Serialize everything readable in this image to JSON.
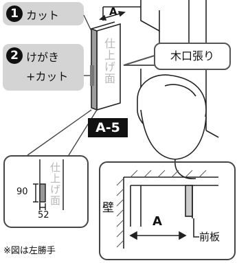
{
  "steps": [
    {
      "number": "1",
      "label": "カット"
    },
    {
      "number": "2",
      "label_line1": "けがき",
      "label_line2": "+カット"
    }
  ],
  "panel": {
    "vertical_label": "仕上げ面",
    "dimension_label": "A"
  },
  "callout": {
    "label": "木口張り"
  },
  "part_badge": {
    "label": "A-5"
  },
  "left_inset": {
    "vertical_label": "仕上げ面",
    "dim_height": "90",
    "dim_width": "52"
  },
  "right_inset": {
    "wall_label": "壁",
    "dimension_label": "A",
    "front_board_label": "前板"
  },
  "note": {
    "text": "※図は左勝手"
  }
}
